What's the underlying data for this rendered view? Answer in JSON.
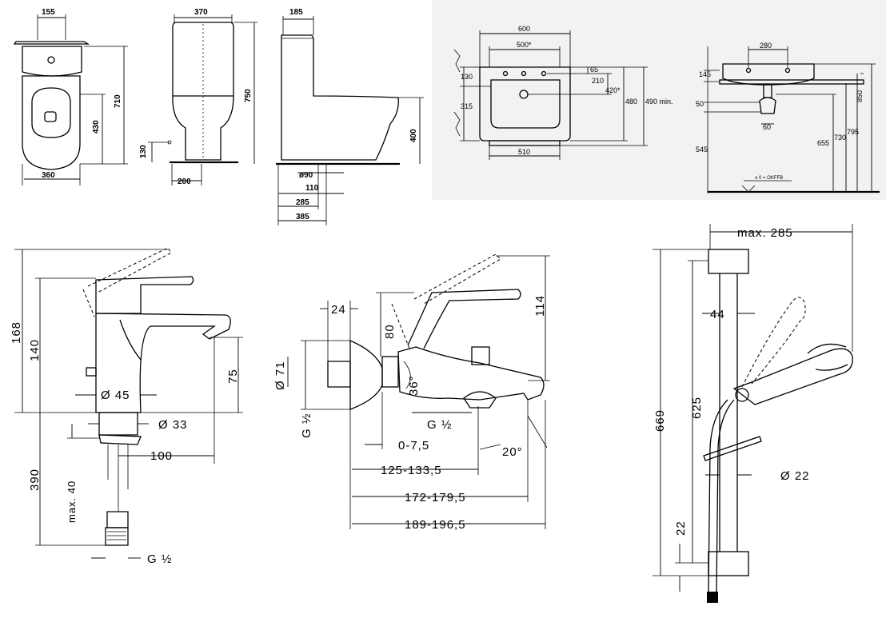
{
  "toilet": {
    "front_width_top": "155",
    "front_height": "710",
    "front_mid": "430",
    "front_low": "130",
    "front_width": "360",
    "side_width": "370",
    "side_height": "750",
    "side_base": "200",
    "profile_top": "185",
    "profile_seat": "400",
    "profile_outlet": "ø90",
    "profile_110": "110",
    "profile_285": "285",
    "profile_385": "385"
  },
  "basin": {
    "front_600": "600",
    "front_500": "500*",
    "front_130": "130",
    "front_315": "315",
    "front_65": "65",
    "front_210": "210",
    "front_420": "420*",
    "front_480": "480",
    "front_490": "490 min.",
    "front_510": "510",
    "side_280": "280",
    "side_145": "145",
    "side_50": "50",
    "side_545": "545",
    "side_60": "60",
    "side_655": "655",
    "side_730": "730",
    "side_795": "795",
    "side_850": "850",
    "floor_label": "± 0 = OKFFB"
  },
  "basin_mixer": {
    "h168": "168",
    "h140": "140",
    "h75": "75",
    "d45": "Ø 45",
    "d33": "Ø 33",
    "r100": "100",
    "h390": "390",
    "max40": "max. 40",
    "thread": "G ½"
  },
  "bath_mixer": {
    "w24": "24",
    "h80": "80",
    "h114": "114",
    "d71": "Ø 71",
    "angle36": "36°",
    "g_half_v": "G ½",
    "g_half_h": "G ½",
    "r0_7": "0-7,5",
    "angle20": "20°",
    "r125": "125-133,5",
    "r172": "172-179,5",
    "r189": "189-196,5"
  },
  "shower_rail": {
    "max285": "max. 285",
    "w44": "44",
    "h669": "669",
    "h625": "625",
    "d22": "Ø 22",
    "h22": "22"
  }
}
